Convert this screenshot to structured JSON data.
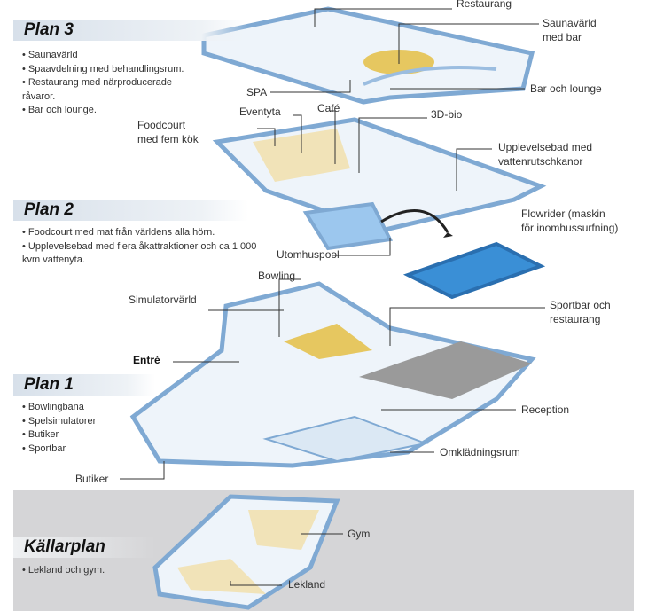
{
  "plans": [
    {
      "title": "Plan 3",
      "bullets": [
        "Saunavärld",
        "Spaavdelning med behandlingsrum.",
        "Restaurang med närproducerade råvaror.",
        "Bar och lounge."
      ]
    },
    {
      "title": "Plan 2",
      "bullets": [
        "Foodcourt  med mat från världens alla hörn.",
        "Upplevelsebad med flera åkattraktioner och ca 1 000 kvm vattenyta."
      ]
    },
    {
      "title": "Plan 1",
      "bullets": [
        "Bowlingbana",
        "Spelsimulatorer",
        "Butiker",
        "Sportbar"
      ]
    },
    {
      "title": "Källarplan",
      "bullets": [
        "Lekland och gym."
      ]
    }
  ],
  "labels": {
    "restaurang": "Restaurang",
    "saunavarld": "Saunavärld med bar",
    "spa": "SPA",
    "bar_lounge": "Bar och lounge",
    "cafe": "Café",
    "eventyta": "Eventyta",
    "bio": "3D-bio",
    "foodcourt": "Foodcourt med fem kök",
    "upplevelsebad": "Upplevelsebad med vattenrutschkanor",
    "flowrider": "Flowrider (maskin för inomhussurfning)",
    "utomhuspool": "Utomhuspool",
    "bowling": "Bowling",
    "simulator": "Simulatorvärld",
    "sportbar": "Sportbar och restaurang",
    "entre": "Entré",
    "reception": "Reception",
    "omkladning": "Omklädningsrum",
    "butiker": "Butiker",
    "gym": "Gym",
    "lekland": "Lekland"
  }
}
